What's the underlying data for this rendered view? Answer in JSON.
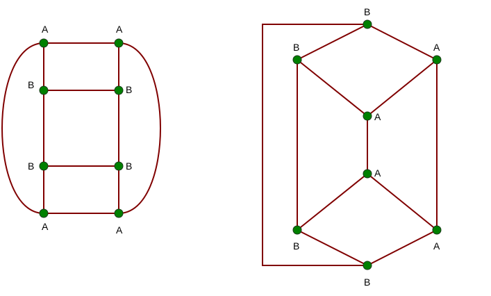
{
  "colors": {
    "edge": "#800000",
    "node": "#008000",
    "label": "#000000"
  },
  "left_graph": {
    "labels": {
      "tl": "A",
      "tr": "A",
      "ml1": "B",
      "mr1": "B",
      "ml2": "B",
      "mr2": "B",
      "bl": "A",
      "br": "A"
    }
  },
  "right_graph": {
    "labels": {
      "top": "B",
      "ul": "B",
      "ur": "A",
      "mu": "A",
      "ml": "A",
      "ll": "B",
      "lr": "A",
      "bot": "B"
    }
  }
}
